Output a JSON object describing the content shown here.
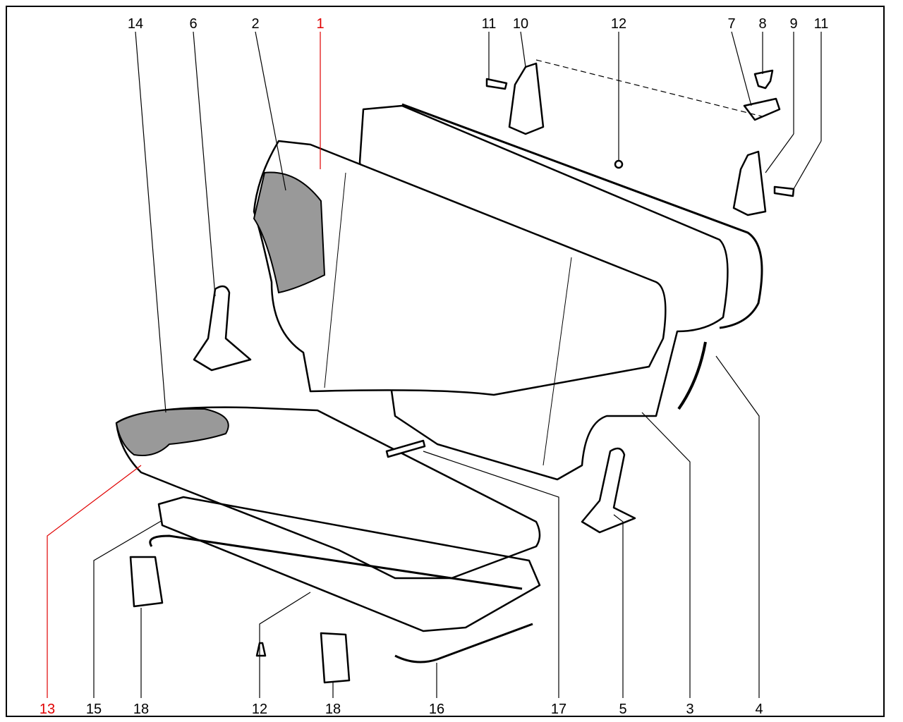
{
  "diagram": {
    "title_labels_top": [
      {
        "id": "14",
        "text": "14",
        "highlight": false
      },
      {
        "id": "6",
        "text": "6",
        "highlight": false
      },
      {
        "id": "2",
        "text": "2",
        "highlight": false
      },
      {
        "id": "1",
        "text": "1",
        "highlight": true
      },
      {
        "id": "11a",
        "text": "11",
        "highlight": false
      },
      {
        "id": "10",
        "text": "10",
        "highlight": false
      },
      {
        "id": "12a",
        "text": "12",
        "highlight": false
      },
      {
        "id": "7",
        "text": "7",
        "highlight": false
      },
      {
        "id": "8",
        "text": "8",
        "highlight": false
      },
      {
        "id": "9",
        "text": "9",
        "highlight": false
      },
      {
        "id": "11b",
        "text": "11",
        "highlight": false
      }
    ],
    "labels_bottom": [
      {
        "id": "13",
        "text": "13",
        "highlight": true
      },
      {
        "id": "15",
        "text": "15",
        "highlight": false
      },
      {
        "id": "18a",
        "text": "18",
        "highlight": false
      },
      {
        "id": "12b",
        "text": "12",
        "highlight": false
      },
      {
        "id": "18b",
        "text": "18",
        "highlight": false
      },
      {
        "id": "16",
        "text": "16",
        "highlight": false
      },
      {
        "id": "17",
        "text": "17",
        "highlight": false
      },
      {
        "id": "5",
        "text": "5",
        "highlight": false
      },
      {
        "id": "3",
        "text": "3",
        "highlight": false
      },
      {
        "id": "4",
        "text": "4",
        "highlight": false
      }
    ],
    "highlight_color": "#e00000"
  }
}
